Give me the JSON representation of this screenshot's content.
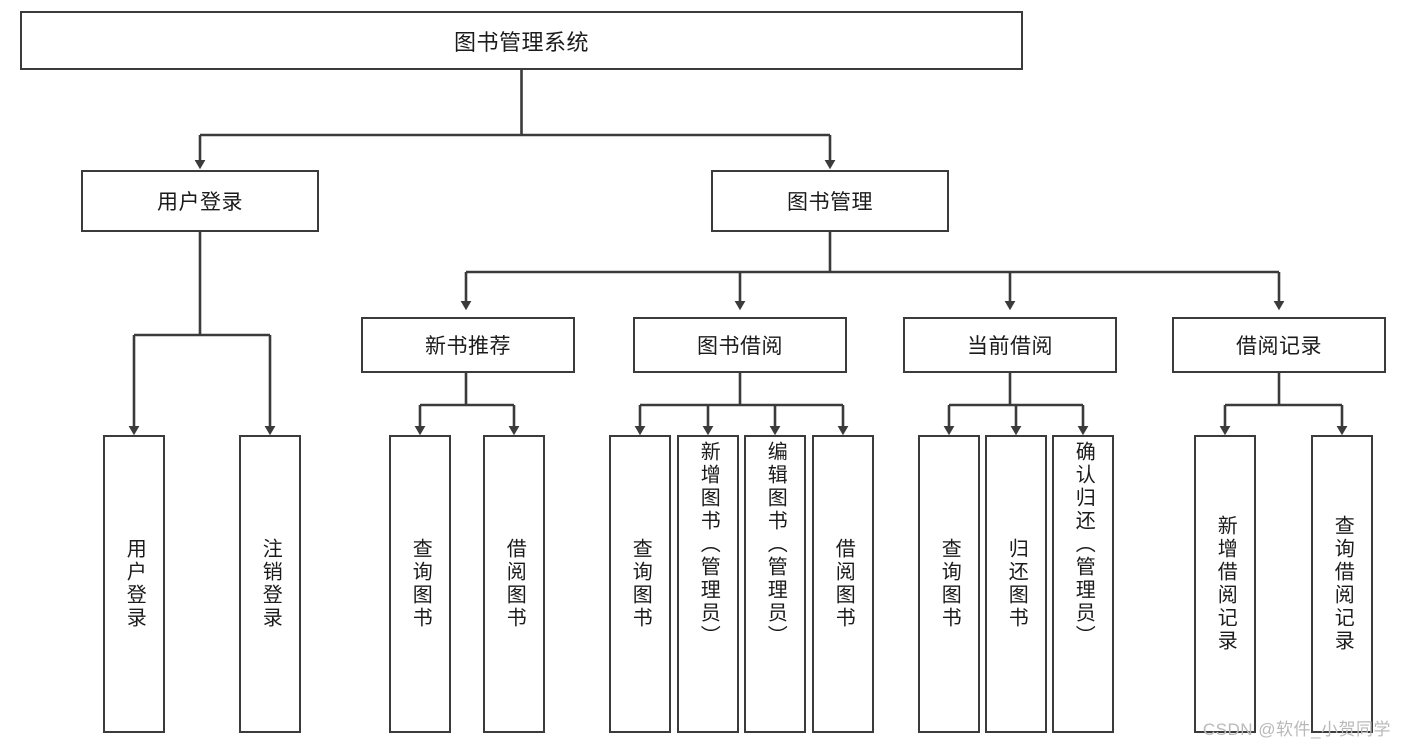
{
  "diagram": {
    "type": "tree-hierarchy",
    "title": "图书管理系统",
    "root": {
      "id": "root",
      "label": "图书管理系统"
    },
    "level2": [
      {
        "id": "user-login",
        "label": "用户登录"
      },
      {
        "id": "book-manage",
        "label": "图书管理"
      }
    ],
    "level3": [
      {
        "id": "new-book-rec",
        "label": "新书推荐",
        "parent": "book-manage"
      },
      {
        "id": "book-borrow",
        "label": "图书借阅",
        "parent": "book-manage"
      },
      {
        "id": "current-borrow",
        "label": "当前借阅",
        "parent": "book-manage"
      },
      {
        "id": "borrow-record",
        "label": "借阅记录",
        "parent": "book-manage"
      }
    ],
    "leaves": [
      {
        "id": "leaf-user-login",
        "label": "用户登录",
        "parent": "user-login",
        "align": "center"
      },
      {
        "id": "leaf-logout",
        "label": "注销登录",
        "parent": "user-login",
        "align": "center"
      },
      {
        "id": "leaf-query-book-1",
        "label": "查询图书",
        "parent": "new-book-rec",
        "align": "center"
      },
      {
        "id": "leaf-borrow-book-1",
        "label": "借阅图书",
        "parent": "new-book-rec",
        "align": "center"
      },
      {
        "id": "leaf-query-book-2",
        "label": "查询图书",
        "parent": "book-borrow",
        "align": "center"
      },
      {
        "id": "leaf-add-book",
        "label": "新增图书（管理员）",
        "parent": "book-borrow",
        "align": "top"
      },
      {
        "id": "leaf-edit-book",
        "label": "编辑图书（管理员）",
        "parent": "book-borrow",
        "align": "top"
      },
      {
        "id": "leaf-borrow-book-2",
        "label": "借阅图书",
        "parent": "book-borrow",
        "align": "center"
      },
      {
        "id": "leaf-query-book-3",
        "label": "查询图书",
        "parent": "current-borrow",
        "align": "center"
      },
      {
        "id": "leaf-return-book",
        "label": "归还图书",
        "parent": "current-borrow",
        "align": "center"
      },
      {
        "id": "leaf-confirm-return",
        "label": "确认归还（管理员）",
        "parent": "current-borrow",
        "align": "top"
      },
      {
        "id": "leaf-add-record",
        "label": "新增借阅记录",
        "parent": "borrow-record",
        "align": "center"
      },
      {
        "id": "leaf-query-record",
        "label": "查询借阅记录",
        "parent": "borrow-record",
        "align": "center"
      }
    ]
  },
  "watermark": {
    "text": "CSDN @软件_小贺同学"
  },
  "colors": {
    "stroke": "#3b3b3b",
    "background": "#ffffff",
    "text": "#1b1b1b",
    "watermark": "#b9b9b9"
  }
}
